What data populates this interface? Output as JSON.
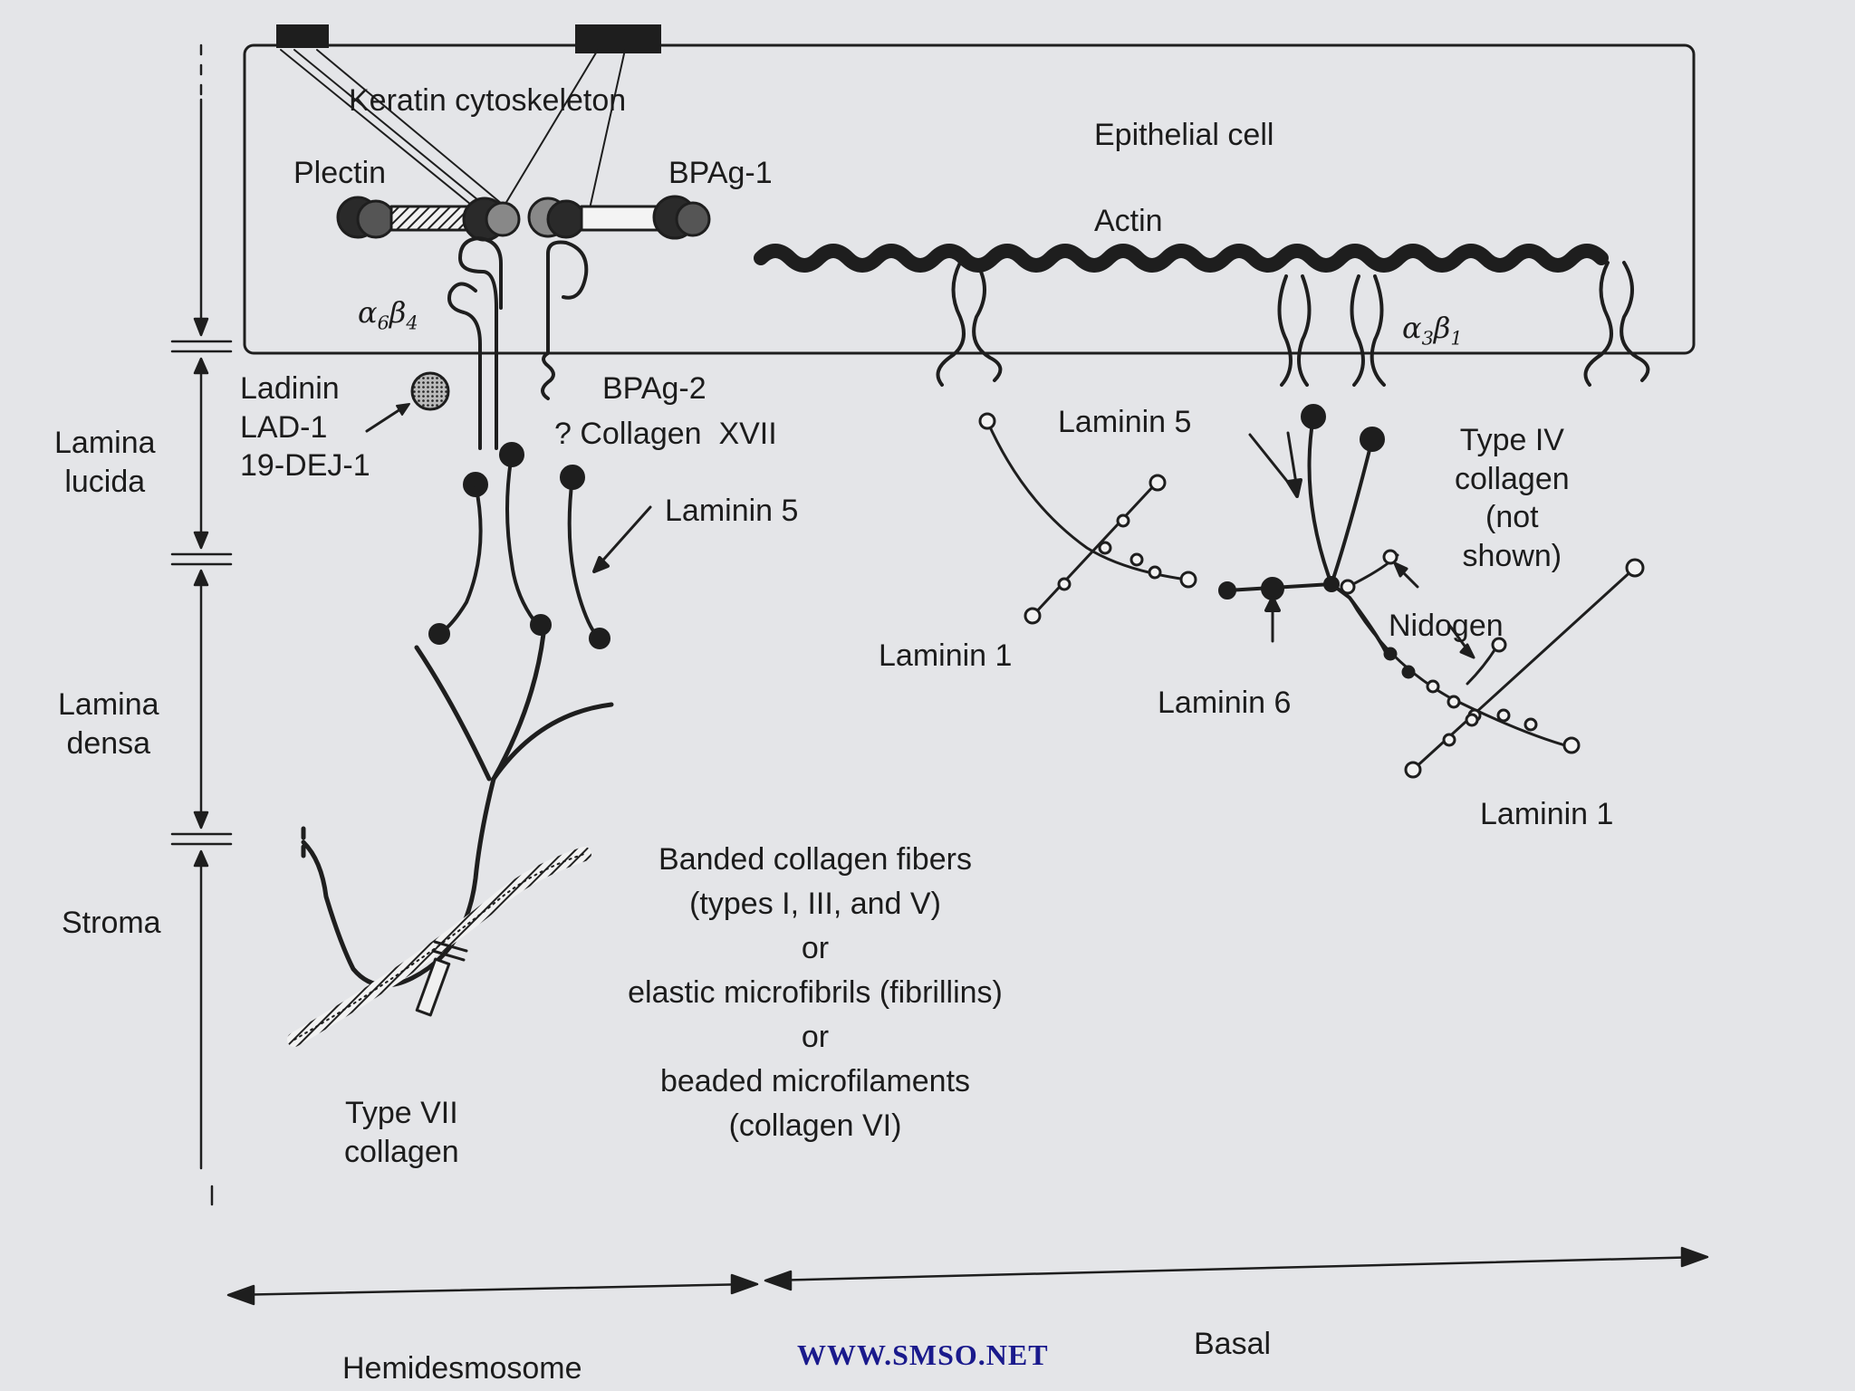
{
  "regions": {
    "cell": "Epithelial cell",
    "lamina_lucida": "Lamina\nlucida",
    "lamina_densa": "Lamina\ndensa",
    "stroma": "Stroma"
  },
  "labels": {
    "keratin": "Keratin cytoskeleton",
    "plectin": "Plectin",
    "bpag1": "BPAg-1",
    "actin": "Actin",
    "integrin_a6b4": {
      "a": "α",
      "a_sub": "6",
      "b": "β",
      "b_sub": "4"
    },
    "integrin_a3b1": {
      "a": "α",
      "a_sub": "3",
      "b": "β",
      "b_sub": "1"
    },
    "ladinin": "Ladinin\nLAD-1\n19-DEJ-1",
    "bpag2": "BPAg-2",
    "collagen_xvii": "? Collagen  XVII",
    "laminin5_left": "Laminin 5",
    "laminin5_right": "Laminin 5",
    "laminin1_left": "Laminin 1",
    "laminin1_right": "Laminin 1",
    "laminin6": "Laminin 6",
    "nidogen": "Nidogen",
    "type_iv": "Type IV\ncollagen\n(not\nshown)",
    "banded": "Banded collagen fibers\n(types I, III, and V)\nor\nelastic microfibrils (fibrillins)\nor\nbeaded microfilaments\n(collagen VI)",
    "type_vii": "Type VII\ncollagen"
  },
  "bottom": {
    "hemidesmosome": "Hemidesmosome",
    "basal": "Basal"
  },
  "watermark": "WWW.SMSO.NET",
  "colors": {
    "background": "#e4e5e8",
    "ink": "#1e1e1e",
    "watermark": "#1a1a8c"
  }
}
